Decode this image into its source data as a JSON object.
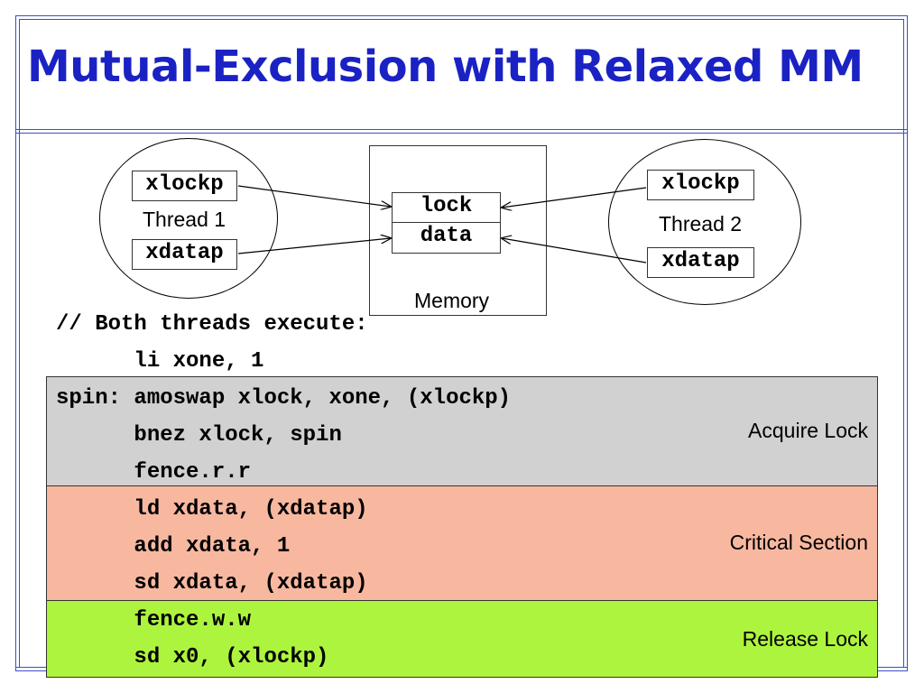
{
  "title": "Mutual-Exclusion with Relaxed MM",
  "thread1": {
    "label": "Thread 1",
    "reg_lock": "xlockp",
    "reg_data": "xdatap"
  },
  "thread2": {
    "label": "Thread 2",
    "reg_lock": "xlockp",
    "reg_data": "xdatap"
  },
  "memory": {
    "label": "Memory",
    "cell_lock": "lock",
    "cell_data": "data"
  },
  "preamble": {
    "comment": "// Both threads execute:",
    "line1": "      li xone, 1"
  },
  "acquire": {
    "label": "Acquire Lock",
    "lines": [
      "spin: amoswap xlock, xone, (xlockp)",
      "      bnez xlock, spin",
      "      fence.r.r"
    ]
  },
  "critical": {
    "label": "Critical Section",
    "lines": [
      "      ld xdata, (xdatap)",
      "      add xdata, 1",
      "      sd xdata, (xdatap)"
    ]
  },
  "release": {
    "label": "Release Lock",
    "lines": [
      "      fence.w.w",
      "      sd x0, (xlockp)"
    ]
  },
  "colors": {
    "title": "#1b22c4",
    "frame": "#3b4fc4",
    "acquire_band": "#d1d1d1",
    "critical_band": "#f8b8a0",
    "release_band": "#adf43e"
  }
}
